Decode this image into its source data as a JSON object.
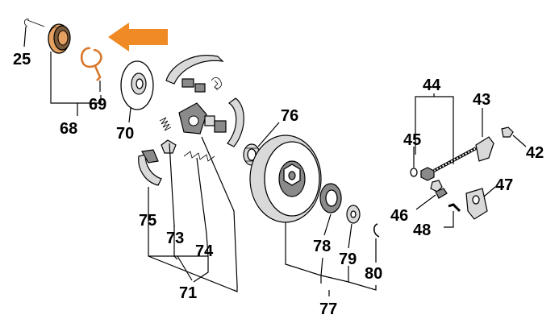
{
  "accent_colors": {
    "highlight_arrow": "#f08a24",
    "highlight_part": "#d9772a"
  },
  "callouts": [
    {
      "id": "25",
      "label": "25"
    },
    {
      "id": "68",
      "label": "68"
    },
    {
      "id": "69",
      "label": "69"
    },
    {
      "id": "70",
      "label": "70"
    },
    {
      "id": "71",
      "label": "71"
    },
    {
      "id": "73",
      "label": "73"
    },
    {
      "id": "74",
      "label": "74"
    },
    {
      "id": "75",
      "label": "75"
    },
    {
      "id": "76",
      "label": "76"
    },
    {
      "id": "77",
      "label": "77"
    },
    {
      "id": "78",
      "label": "78"
    },
    {
      "id": "79",
      "label": "79"
    },
    {
      "id": "80",
      "label": "80"
    },
    {
      "id": "44",
      "label": "44"
    },
    {
      "id": "43",
      "label": "43"
    },
    {
      "id": "45",
      "label": "45"
    },
    {
      "id": "42",
      "label": "42"
    },
    {
      "id": "47",
      "label": "47"
    },
    {
      "id": "46",
      "label": "46"
    },
    {
      "id": "48",
      "label": "48"
    }
  ]
}
